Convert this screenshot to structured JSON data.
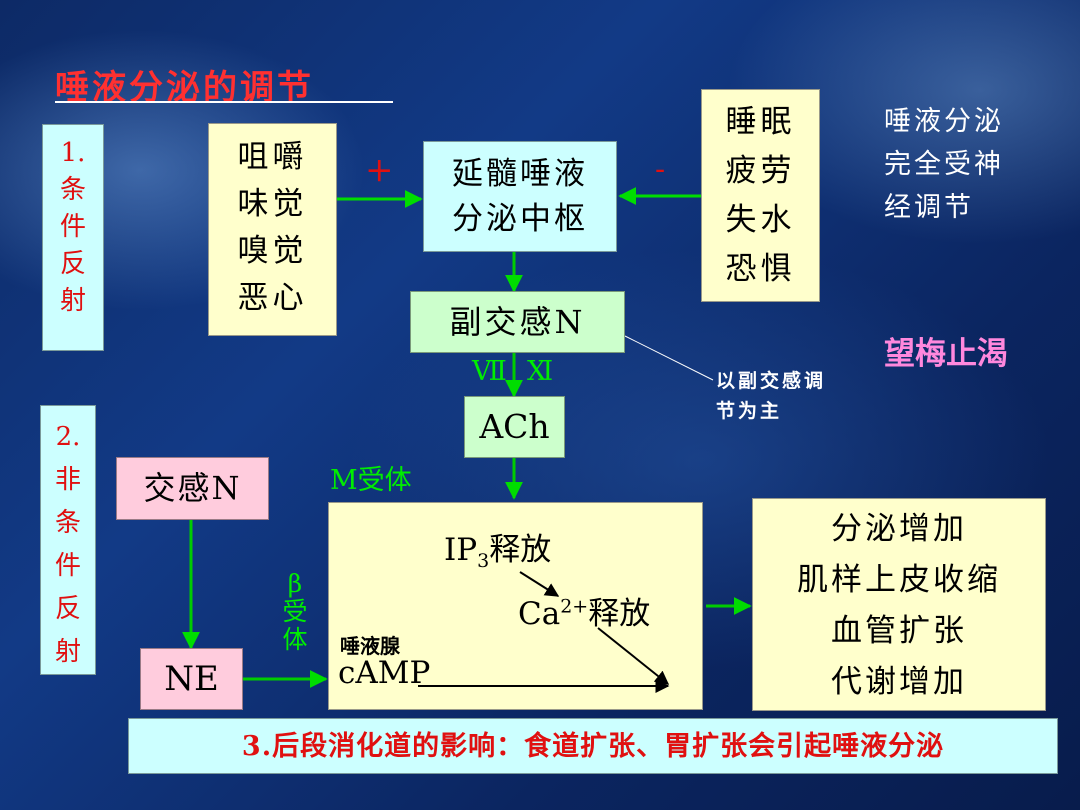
{
  "title": "唾液分泌的调节",
  "section1": {
    "number": "1.",
    "chars": [
      "条",
      "件",
      "反",
      "射"
    ]
  },
  "section2": {
    "number": "2.",
    "chars": [
      "非",
      "条",
      "件",
      "反",
      "射"
    ]
  },
  "stimuli": [
    "咀嚼",
    "味觉",
    "嗅觉",
    "恶心"
  ],
  "plus": "+",
  "minus": "-",
  "center": [
    "延髓唾液",
    "分泌中枢"
  ],
  "inhibitors": [
    "睡眠",
    "疲劳",
    "失水",
    "恐惧"
  ],
  "note_neural": [
    "唾液分泌",
    "完全受神",
    "经调节"
  ],
  "idiom": "望梅止渴",
  "parasympathetic": "副交感N",
  "nerve_labels": [
    "Ⅶ",
    "Ⅺ"
  ],
  "callout": [
    "以副交感调",
    "节为主"
  ],
  "ach": "ACh",
  "m_receptor": "M受体",
  "sympathetic": "交感N",
  "beta_receptor": [
    "β",
    "受",
    "体"
  ],
  "ne": "NE",
  "ip3": {
    "prefix": "IP",
    "sub": "3",
    "suffix": "释放"
  },
  "ca": {
    "prefix": "Ca",
    "sup": "2+",
    "suffix": "释放"
  },
  "gland": "唾液腺",
  "camp": "cAMP",
  "effects": [
    "分泌增加",
    "肌样上皮收缩",
    "血管扩张",
    "代谢增加"
  ],
  "bottom": "3.后段消化道的影响：食道扩张、胃扩张会引起唾液分泌",
  "colors": {
    "red": "#e01010",
    "green": "#00cc00",
    "text": "#000000"
  }
}
